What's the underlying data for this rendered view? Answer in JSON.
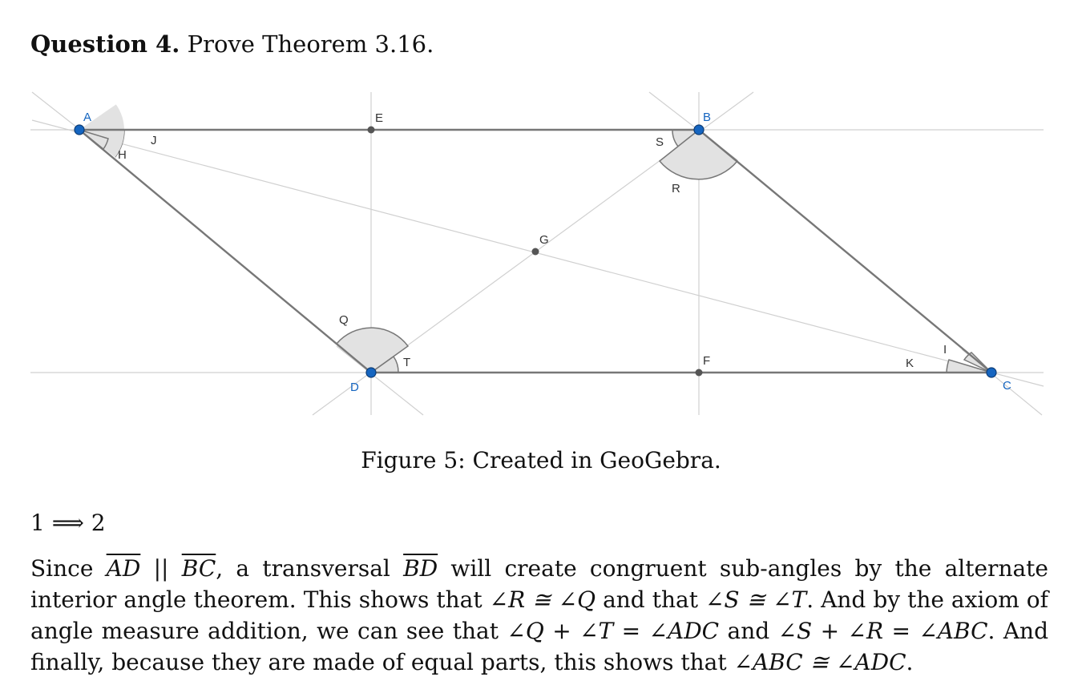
{
  "question": {
    "label": "Question 4.",
    "text": "Prove Theorem 3.16."
  },
  "figure": {
    "points": {
      "A": "A",
      "B": "B",
      "C": "C",
      "D": "D",
      "E": "E",
      "F": "F",
      "G": "G"
    },
    "angles": {
      "H": "H",
      "J": "J",
      "S": "S",
      "R": "R",
      "Q": "Q",
      "T": "T",
      "I": "I",
      "K": "K"
    },
    "colors": {
      "vertex": "#1565c0",
      "helper_point": "#555555",
      "angle_fill": "#e2e2e2",
      "main_line": "#777777",
      "aux_line": "#d0d0d0"
    },
    "caption": "Figure 5: Created in GeoGebra."
  },
  "proof": {
    "implication": "1 ⟹ 2",
    "p1": "Since",
    "seg_ad": "AD",
    "parallel": " || ",
    "seg_bc": "BC",
    "p2": ", a transversal",
    "seg_bd": "BD",
    "p3": "will create congruent sub-angles by the alternate interior angle theorem. This shows that",
    "r_cong_q": "∠R ≅ ∠Q",
    "and_that": "and that",
    "s_cong_t": "∠S ≅ ∠T",
    "p4": ". And by the axiom of angle measure addition, we can see that",
    "q_plus_t": "∠Q + ∠T = ∠ADC",
    "and1": "and",
    "s_plus_r": "∠S + ∠R = ∠ABC",
    "p5": ". And finally, because they are made of equal parts, this shows that",
    "abc_cong_adc": "∠ABC ≅ ∠ADC",
    "end": "."
  }
}
